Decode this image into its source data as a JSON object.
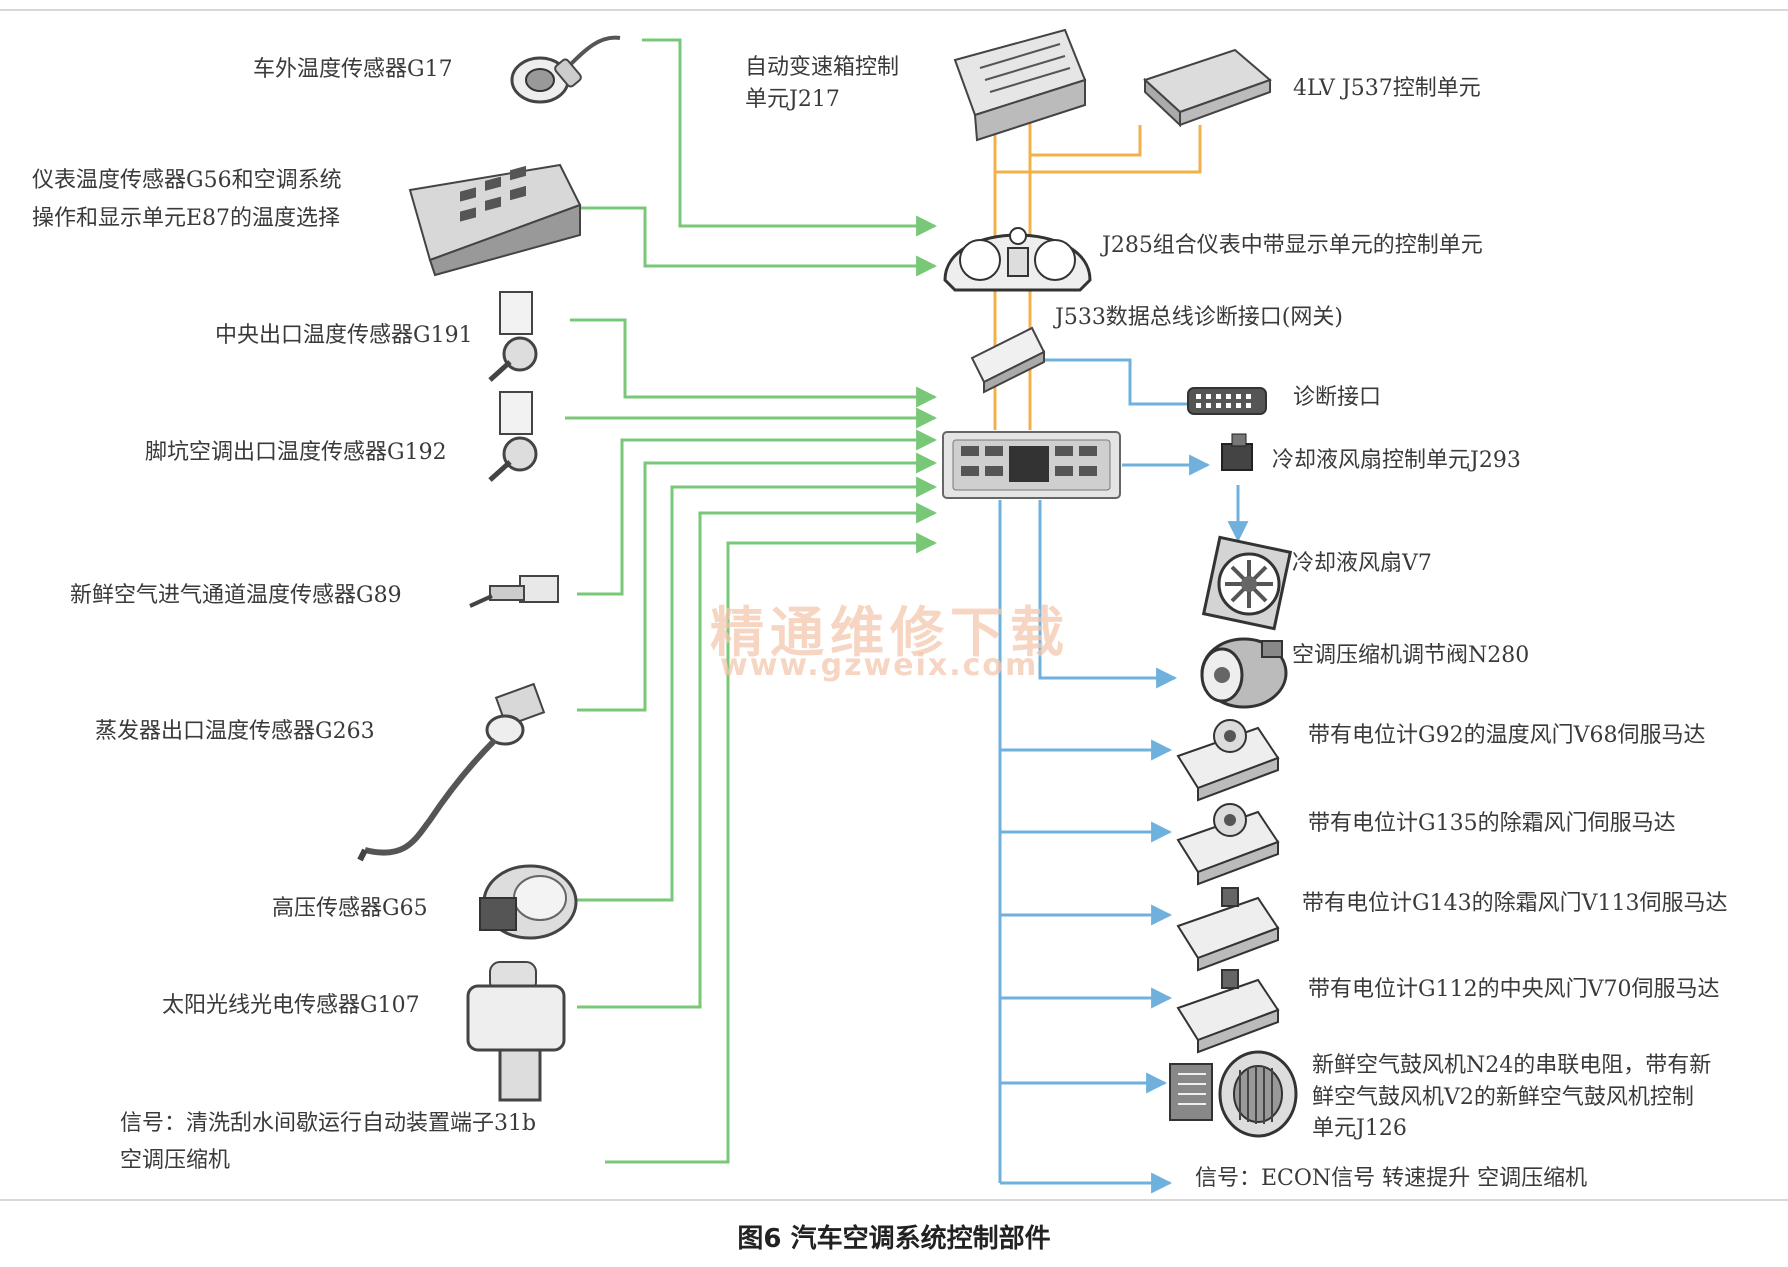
{
  "caption": "图6 汽车空调系统控制部件",
  "watermark": {
    "line1": "精通维修下载",
    "line2": "www.gzweix.com"
  },
  "colors": {
    "green": "#78c878",
    "orange": "#f2b04a",
    "blue": "#6fb0dc"
  },
  "inputs": {
    "g17": "车外温度传感器G17",
    "g56_line1": "仪表温度传感器G56和空调系统",
    "g56_line2": "操作和显示单元E87的温度选择",
    "g191": "中央出口温度传感器G191",
    "g192": "脚坑空调出口温度传感器G192",
    "g89": "新鲜空气进气通道温度传感器G89",
    "g263": "蒸发器出口温度传感器G263",
    "g65": "高压传感器G65",
    "g107": "太阳光线光电传感器G107",
    "signal_line1": "信号：清洗刮水间歇运行自动装置端子31b",
    "signal_line2": "空调压缩机"
  },
  "top": {
    "j217_line1": "自动变速箱控制",
    "j217_line2": "单元J217",
    "j537": "4LV  J537控制单元",
    "j285": "J285组合仪表中带显示单元的控制单元",
    "j533": "J533数据总线诊断接口(网关)",
    "diag": "诊断接口"
  },
  "outputs": {
    "j293": "冷却液风扇控制单元J293",
    "v7": "冷却液风扇V7",
    "n280": "空调压缩机调节阀N280",
    "v68": "带有电位计G92的温度风门V68伺服马达",
    "g135": "带有电位计G135的除霜风门伺服马达",
    "v113": "带有电位计G143的除霜风门V113伺服马达",
    "v70": "带有电位计G112的中央风门V70伺服马达",
    "j126_line1": "新鲜空气鼓风机N24的串联电阻，带有新",
    "j126_line2": "鲜空气鼓风机V2的新鲜空气鼓风机控制",
    "j126_line3": "单元J126",
    "econ": "信号：ECON信号    转速提升    空调压缩机"
  }
}
